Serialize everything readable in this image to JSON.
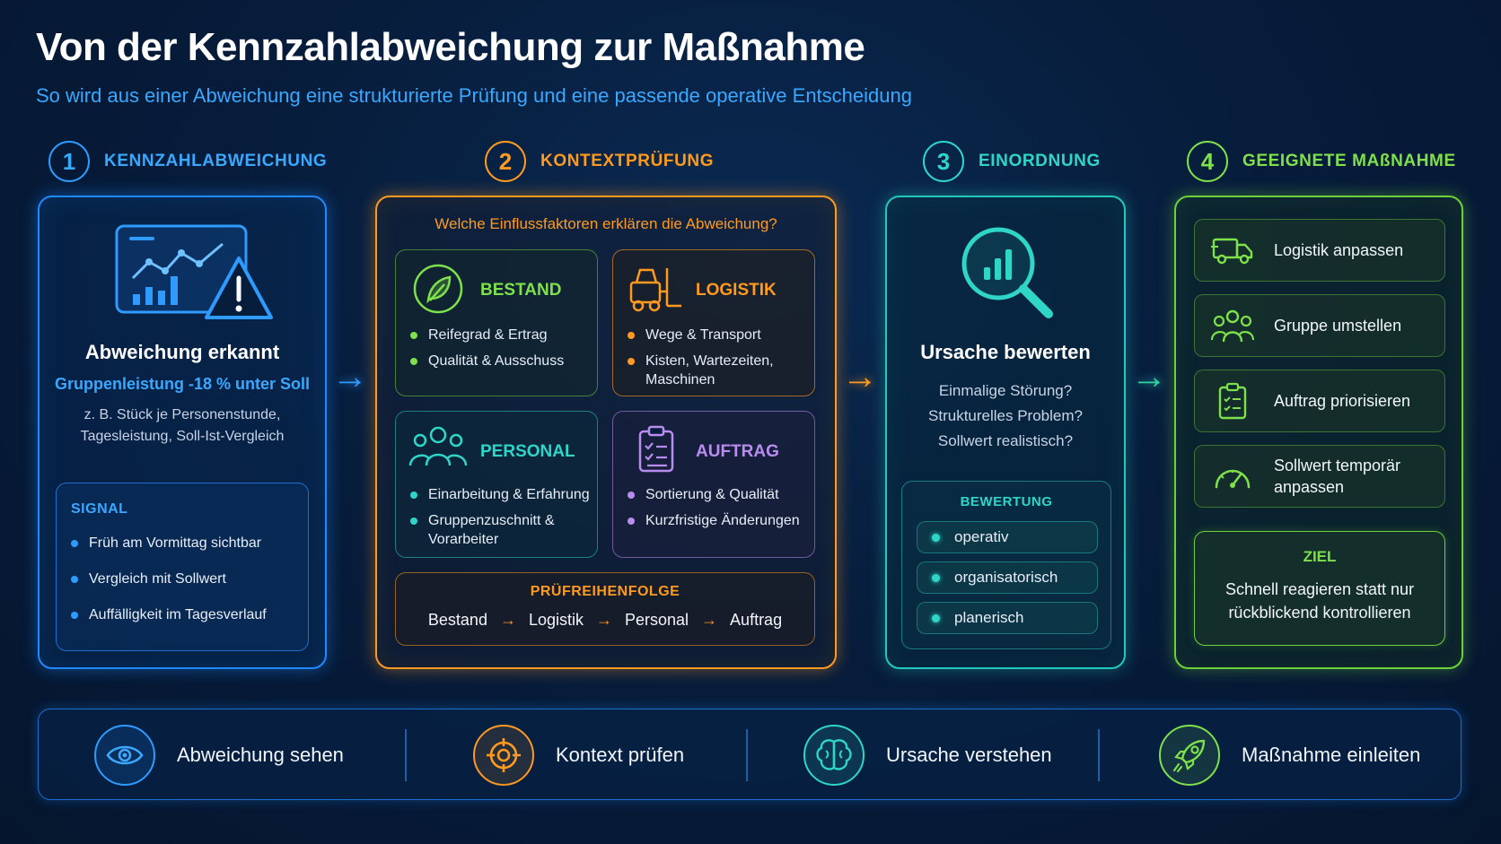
{
  "title": "Von der Kennzahlabweichung zur Maßnahme",
  "subtitle": "So wird aus einer Abweichung eine strukturierte Prüfung und eine passende operative Entscheidung",
  "steps": [
    {
      "number": "1",
      "label": "KENNZAHLABWEICHUNG"
    },
    {
      "number": "2",
      "label": "KONTEXTPRÜFUNG"
    },
    {
      "number": "3",
      "label": "EINORDNUNG"
    },
    {
      "number": "4",
      "label": "GEEIGNETE MAßNAHME"
    }
  ],
  "panel1": {
    "heading": "Abweichung erkannt",
    "metric": "Gruppenleistung -18 % unter Soll",
    "note_line1": "z. B. Stück je Personenstunde,",
    "note_line2": "Tagesleistung, Soll-Ist-Vergleich",
    "signal_title": "SIGNAL",
    "signals": [
      "Früh am Vormittag sichtbar",
      "Vergleich mit Sollwert",
      "Auffälligkeit im Tagesverlauf"
    ]
  },
  "panel2": {
    "question": "Welche Einflussfaktoren erklären die Abweichung?",
    "factors": [
      {
        "title": "BESTAND",
        "items": [
          "Reifegrad & Ertrag",
          "Qualität & Ausschuss"
        ],
        "icon": "leaf-icon"
      },
      {
        "title": "LOGISTIK",
        "items": [
          "Wege & Transport",
          "Kisten, Wartezeiten, Maschinen"
        ],
        "icon": "forklift-icon"
      },
      {
        "title": "PERSONAL",
        "items": [
          "Einarbeitung & Erfahrung",
          "Gruppenzuschnitt & Vorarbeiter"
        ],
        "icon": "people-icon"
      },
      {
        "title": "AUFTRAG",
        "items": [
          "Sortierung & Qualität",
          "Kurzfristige Änderungen"
        ],
        "icon": "clipboard-icon"
      }
    ],
    "sequence_title": "PRÜFREIHENFOLGE",
    "sequence": [
      "Bestand",
      "Logistik",
      "Personal",
      "Auftrag"
    ]
  },
  "panel3": {
    "heading": "Ursache bewerten",
    "questions": [
      "Einmalige Störung?",
      "Strukturelles Problem?",
      "Sollwert realistisch?"
    ],
    "rating_title": "BEWERTUNG",
    "ratings": [
      "operativ",
      "organisatorisch",
      "planerisch"
    ]
  },
  "panel4": {
    "actions": [
      {
        "label": "Logistik anpassen",
        "icon": "truck-icon"
      },
      {
        "label": "Gruppe umstellen",
        "icon": "group-icon"
      },
      {
        "label": "Auftrag priorisieren",
        "icon": "clipboard-icon"
      },
      {
        "label_line1": "Sollwert temporär",
        "label_line2": "anpassen",
        "icon": "gauge-icon"
      }
    ],
    "goal_title": "ZIEL",
    "goal_line1": "Schnell reagieren statt nur",
    "goal_line2": "rückblickend kontrollieren"
  },
  "bottom": [
    {
      "label": "Abweichung sehen",
      "icon": "eye-icon"
    },
    {
      "label": "Kontext prüfen",
      "icon": "target-icon"
    },
    {
      "label": "Ursache verstehen",
      "icon": "brain-icon"
    },
    {
      "label": "Maßnahme einleiten",
      "icon": "rocket-icon"
    }
  ],
  "colors": {
    "blue": "#2f9bff",
    "orange": "#ff9a1f",
    "teal": "#2fd6c8",
    "green": "#7ee04a",
    "purple": "#b98cf0"
  }
}
